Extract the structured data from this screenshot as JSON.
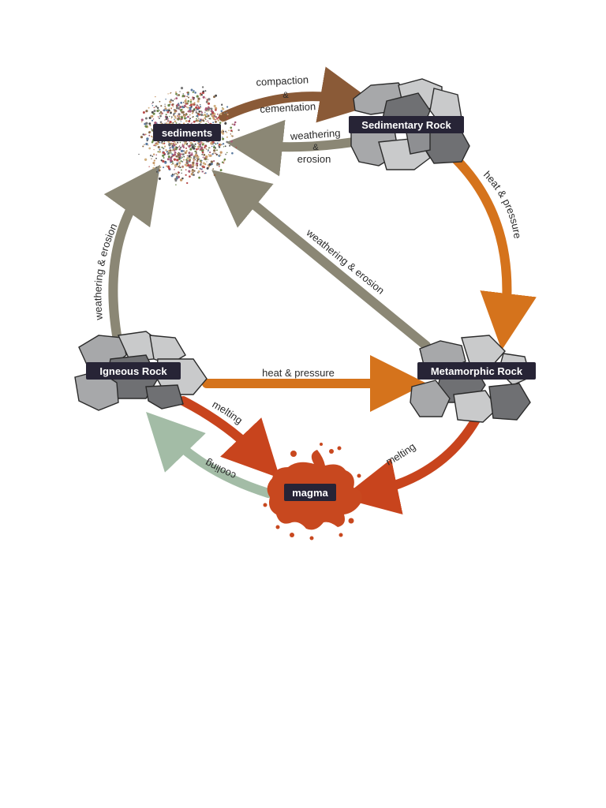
{
  "nodes": {
    "sediments": "sediments",
    "sedimentary": "Sedimentary Rock",
    "igneous": "Igneous Rock",
    "metamorphic": "Metamorphic Rock",
    "magma": "magma"
  },
  "arrows": {
    "compaction_line1": "compaction",
    "compaction_amp": "&",
    "compaction_line2": "cementation",
    "weathering_top_line1": "weathering",
    "weathering_top_amp": "&",
    "weathering_top_line2": "erosion",
    "heat_pressure_right": "heat & pressure",
    "weathering_diagonal": "weathering & erosion",
    "weathering_left": "weathering & erosion",
    "heat_pressure_middle": "heat & pressure",
    "melting_left": "melting",
    "melting_right": "melting",
    "cooling": "cooling"
  },
  "colors": {
    "brown": "#8a5a37",
    "gray": "#8b8775",
    "orange": "#d5731c",
    "red": "#c8441d",
    "green": "#a3bca6",
    "label_bg": "#272436",
    "magma": "#c8481f"
  }
}
